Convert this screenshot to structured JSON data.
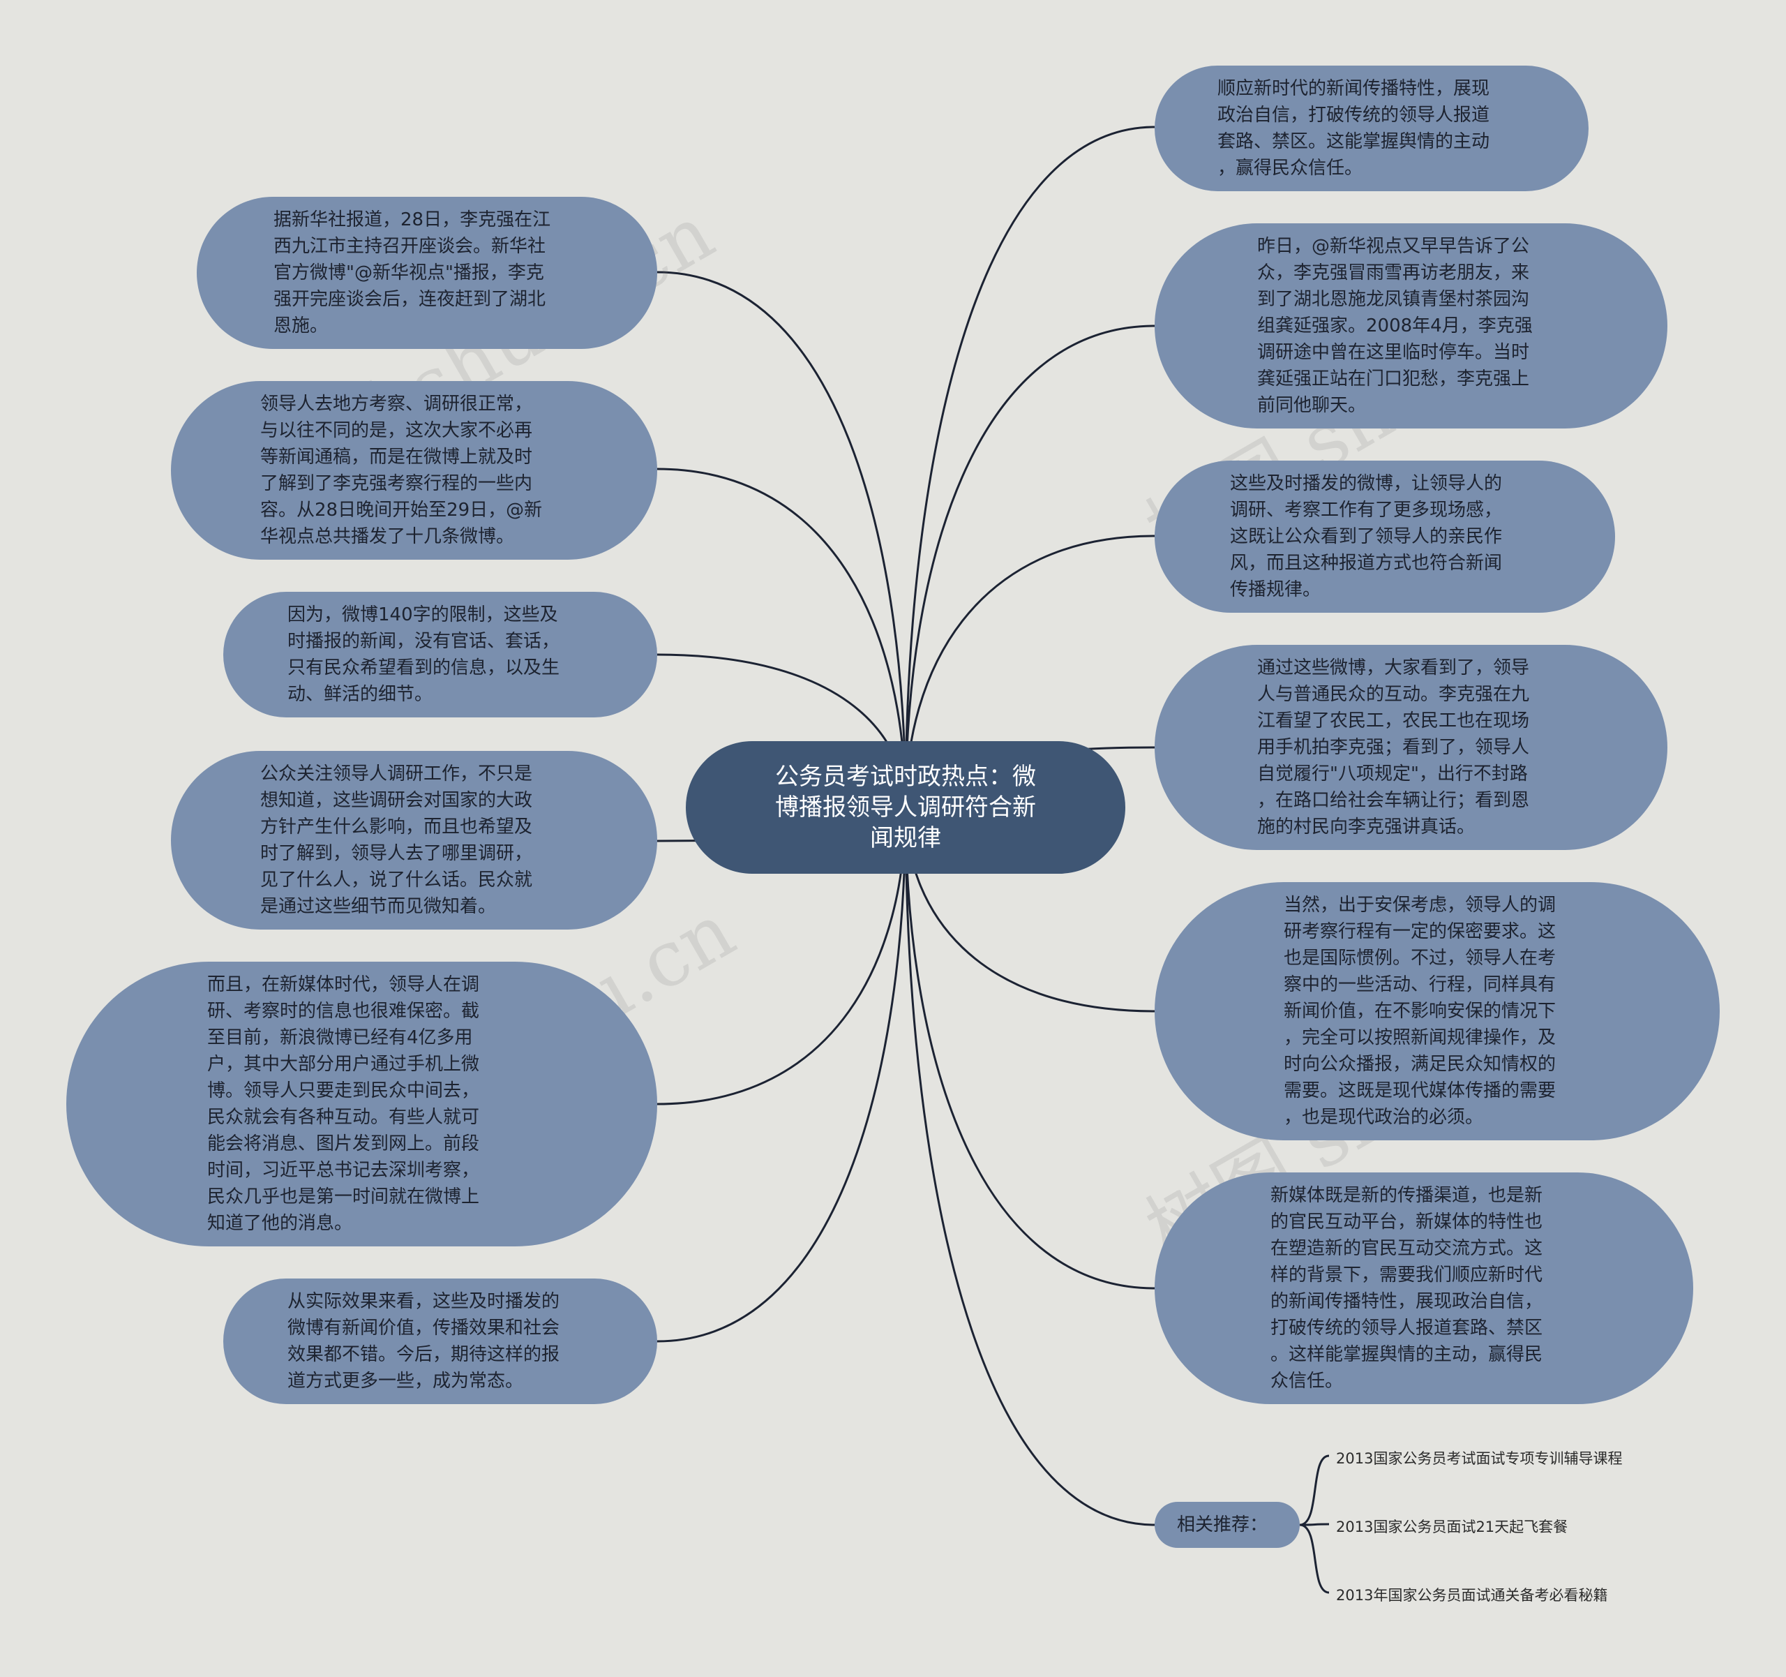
{
  "center": {
    "title": "公务员考试时政热点：微\n博播报领导人调研符合新\n闻规律"
  },
  "left_nodes": [
    {
      "text": "据新华社报道，28日，李克强在江\n西九江市主持召开座谈会。新华社\n官方微博\"@新华视点\"播报，李克\n强开完座谈会后，连夜赶到了湖北\n恩施。"
    },
    {
      "text": "领导人去地方考察、调研很正常，\n与以往不同的是，这次大家不必再\n等新闻通稿，而是在微博上就及时\n了解到了李克强考察行程的一些内\n容。从28日晚间开始至29日，@新\n华视点总共播发了十几条微博。"
    },
    {
      "text": "因为，微博140字的限制，这些及\n时播报的新闻，没有官话、套话，\n只有民众希望看到的信息，以及生\n动、鲜活的细节。"
    },
    {
      "text": "公众关注领导人调研工作，不只是\n想知道，这些调研会对国家的大政\n方针产生什么影响，而且也希望及\n时了解到，领导人去了哪里调研，\n见了什么人，说了什么话。民众就\n是通过这些细节而见微知着。"
    },
    {
      "text": "而且，在新媒体时代，领导人在调\n研、考察时的信息也很难保密。截\n至目前，新浪微博已经有4亿多用\n户，其中大部分用户通过手机上微\n博。领导人只要走到民众中间去，\n民众就会有各种互动。有些人就可\n能会将消息、图片发到网上。前段\n时间，习近平总书记去深圳考察，\n民众几乎也是第一时间就在微博上\n知道了他的消息。"
    },
    {
      "text": "从实际效果来看，这些及时播发的\n微博有新闻价值，传播效果和社会\n效果都不错。今后，期待这样的报\n道方式更多一些，成为常态。"
    }
  ],
  "right_nodes": [
    {
      "text": "顺应新时代的新闻传播特性，展现\n政治自信，打破传统的领导人报道\n套路、禁区。这能掌握舆情的主动\n，赢得民众信任。"
    },
    {
      "text": "昨日，@新华视点又早早告诉了公\n众，李克强冒雨雪再访老朋友，来\n到了湖北恩施龙凤镇青堡村茶园沟\n组龚延强家。2008年4月，李克强\n调研途中曾在这里临时停车。当时\n龚延强正站在门口犯愁，李克强上\n前同他聊天。"
    },
    {
      "text": "这些及时播发的微博，让领导人的\n调研、考察工作有了更多现场感，\n这既让公众看到了领导人的亲民作\n风，而且这种报道方式也符合新闻\n传播规律。"
    },
    {
      "text": "通过这些微博，大家看到了，领导\n人与普通民众的互动。李克强在九\n江看望了农民工，农民工也在现场\n用手机拍李克强；看到了，领导人\n自觉履行\"八项规定\"，出行不封路\n，在路口给社会车辆让行；看到恩\n施的村民向李克强讲真话。"
    },
    {
      "text": "当然，出于安保考虑，领导人的调\n研考察行程有一定的保密要求。这\n也是国际惯例。不过，领导人在考\n察中的一些活动、行程，同样具有\n新闻价值，在不影响安保的情况下\n，完全可以按照新闻规律操作，及\n时向公众播报，满足民众知情权的\n需要。这既是现代媒体传播的需要\n，也是现代政治的必须。"
    },
    {
      "text": "新媒体既是新的传播渠道，也是新\n的官民互动平台，新媒体的特性也\n在塑造新的官民互动交流方式。这\n样的背景下，需要我们顺应新时代\n的新闻传播特性，展现政治自信，\n打破传统的领导人报道套路、禁区\n。这样能掌握舆情的主动，赢得民\n众信任。"
    },
    {
      "text": "相关推荐："
    }
  ],
  "recommend_items": [
    {
      "label": "2013国家公务员考试面试专项专训辅导课程"
    },
    {
      "label": "2013国家公务员面试21天起飞套餐"
    },
    {
      "label": "2013年国家公务员面试通关备考必看秘籍"
    }
  ],
  "watermark": {
    "text": "树图 shutu.cn"
  },
  "colors": {
    "background": "#e4e4e0",
    "node": "#7a8fae",
    "center": "#3f5674",
    "line": "#1c2333"
  }
}
